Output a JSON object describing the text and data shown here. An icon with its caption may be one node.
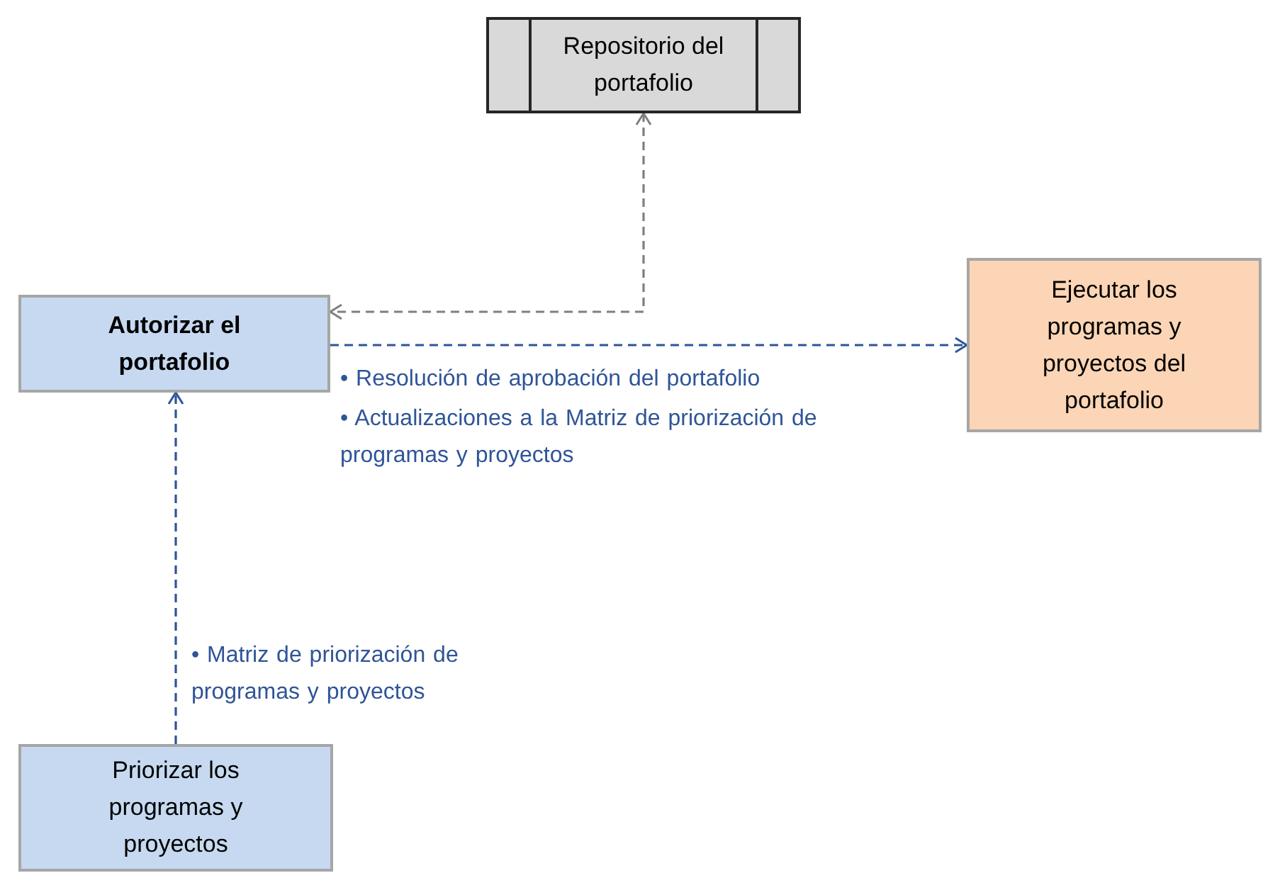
{
  "diagram": {
    "nodes": [
      {
        "text": [
          "Repositorio del portafolio"
        ]
      },
      {
        "text": [
          "Autorizar el portafolio"
        ]
      },
      {
        "text": [
          "Ejecutar los programas y proyectos del portafolio"
        ]
      },
      {
        "text": [
          "Priorizar los programas y proyectos"
        ]
      }
    ],
    "edges": [
      {
        "from": 0,
        "to": 1,
        "arrow": "both",
        "style": "dashed",
        "color": "#7f7f7f"
      },
      {
        "from": 1,
        "to": 2,
        "arrow": "to",
        "style": "dashed"
      },
      {
        "from": 3,
        "to": 1,
        "arrow": "to",
        "style": "dashed"
      }
    ],
    "labels": [
      "• Resolución de aprobación del portafolio",
      "• Actualizaciones a la Matriz de priorización de programas y proyectos",
      "• Matriz de priorización de programas y proyectos"
    ]
  }
}
